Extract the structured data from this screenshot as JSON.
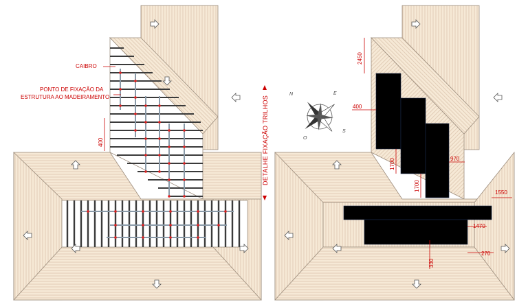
{
  "labels": {
    "caibro": "CAIBRO",
    "fix_point_line1": "PONTO DE FIXAÇÃO DA",
    "fix_point_line2": "ESTRUTURA AO MADEIRAMENTO",
    "side_title": "DETALHE FIXAÇÃO TRILHOS"
  },
  "dimensions": {
    "left_spacing": "400",
    "top_offset": "2450",
    "left_offset": "400",
    "rail_span_a": "1700",
    "rail_span_b": "1700",
    "gap_right": "970",
    "right_edge": "1550",
    "lower_offset": "1470",
    "bottom_offset": "330",
    "bottom_right": "270"
  },
  "compass": {
    "north": "N",
    "east": "E",
    "south": "S",
    "west": "O"
  },
  "colors": {
    "roof_fill": "#f6e9d6",
    "roof_hatch": "#d8c0a8",
    "roof_edge": "#9a8a7a",
    "rafter": "#3a3a3a",
    "rail": "#8a9aa8",
    "fix_point": "#e02020",
    "panel": "#000000",
    "dimension": "#cc0000"
  }
}
